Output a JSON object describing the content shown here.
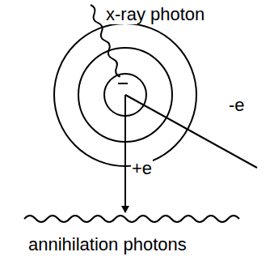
{
  "diagram": {
    "labels": [
      "x-ray photon",
      "-e",
      "+e",
      "annihilation photons"
    ]
  }
}
